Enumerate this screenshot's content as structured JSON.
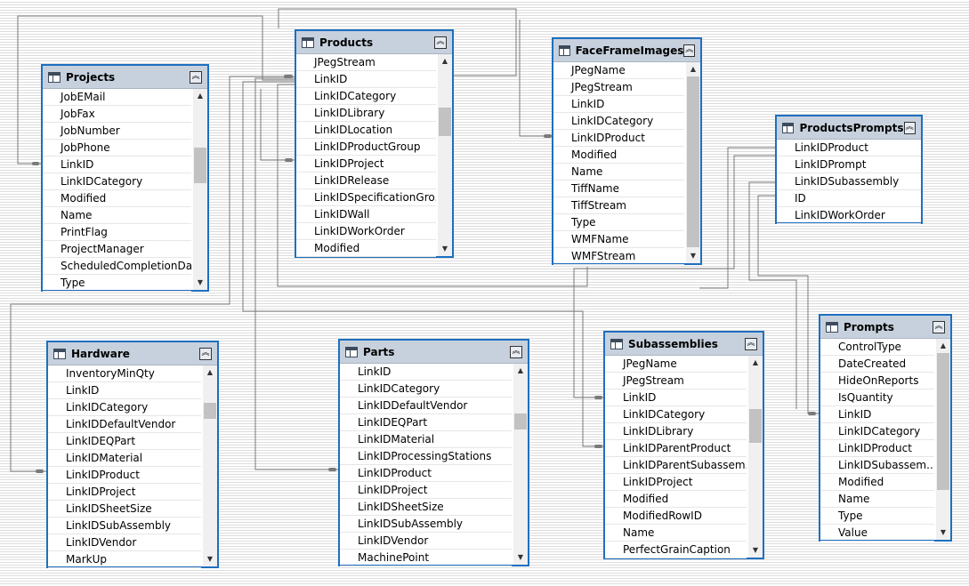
{
  "tables": {
    "projects": {
      "title": "Projects",
      "columns": [
        "JobEMail",
        "JobFax",
        "JobNumber",
        "JobPhone",
        "LinkID",
        "LinkIDCategory",
        "Modified",
        "Name",
        "PrintFlag",
        "ProjectManager",
        "ScheduledCompletionDate",
        "Type"
      ]
    },
    "products": {
      "title": "Products",
      "columns": [
        "JPegStream",
        "LinkID",
        "LinkIDCategory",
        "LinkIDLibrary",
        "LinkIDLocation",
        "LinkIDProductGroup",
        "LinkIDProject",
        "LinkIDRelease",
        "LinkIDSpecificationGro...",
        "LinkIDWall",
        "LinkIDWorkOrder",
        "Modified"
      ]
    },
    "faceFrameImages": {
      "title": "FaceFrameImages",
      "columns": [
        "JPegName",
        "JPegStream",
        "LinkID",
        "LinkIDCategory",
        "LinkIDProduct",
        "Modified",
        "Name",
        "TiffName",
        "TiffStream",
        "Type",
        "WMFName",
        "WMFStream"
      ]
    },
    "productsPrompts": {
      "title": "ProductsPrompts",
      "columns": [
        "LinkIDProduct",
        "LinkIDPrompt",
        "LinkIDSubassembly",
        "ID",
        "LinkIDWorkOrder"
      ]
    },
    "hardware": {
      "title": "Hardware",
      "columns": [
        "InventoryMinQty",
        "LinkID",
        "LinkIDCategory",
        "LinkIDDefaultVendor",
        "LinkIDEQPart",
        "LinkIDMaterial",
        "LinkIDProduct",
        "LinkIDProject",
        "LinkIDSheetSize",
        "LinkIDSubAssembly",
        "LinkIDVendor",
        "MarkUp"
      ]
    },
    "parts": {
      "title": "Parts",
      "columns": [
        "LinkID",
        "LinkIDCategory",
        "LinkIDDefaultVendor",
        "LinkIDEQPart",
        "LinkIDMaterial",
        "LinkIDProcessingStations",
        "LinkIDProduct",
        "LinkIDProject",
        "LinkIDSheetSize",
        "LinkIDSubAssembly",
        "LinkIDVendor",
        "MachinePoint"
      ]
    },
    "subassemblies": {
      "title": "Subassemblies",
      "columns": [
        "JPegName",
        "JPegStream",
        "LinkID",
        "LinkIDCategory",
        "LinkIDLibrary",
        "LinkIDParentProduct",
        "LinkIDParentSubassem...",
        "LinkIDProject",
        "Modified",
        "ModifiedRowID",
        "Name",
        "PerfectGrainCaption"
      ]
    },
    "prompts": {
      "title": "Prompts",
      "columns": [
        "ControlType",
        "DateCreated",
        "HideOnReports",
        "IsQuantity",
        "LinkID",
        "LinkIDCategory",
        "LinkIDProduct",
        "LinkIDSubassem...",
        "Modified",
        "Name",
        "Type",
        "Value"
      ]
    }
  },
  "icons": {
    "table": "table-icon",
    "collapse": "collapse-chevrons-icon",
    "scroll_up": "scroll-up-arrow-icon",
    "scroll_down": "scroll-down-arrow-icon"
  },
  "colors": {
    "selection_border": "#1e6fc0",
    "header_background": "#c7d1de",
    "connector": "#777777"
  }
}
